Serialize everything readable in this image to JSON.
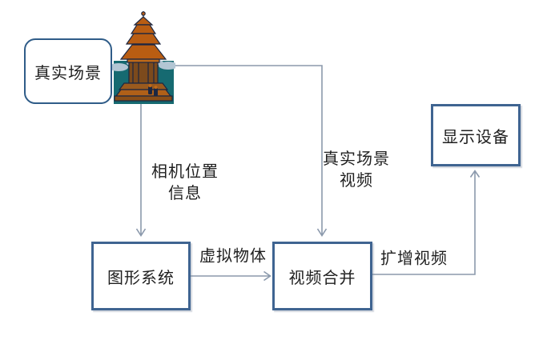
{
  "diagram": {
    "description": "augmented-reality-video-pipeline-flowchart",
    "nodes": [
      {
        "id": "real-scene",
        "label": "真实场景",
        "shape": "rounded"
      },
      {
        "id": "graphics-system",
        "label": "图形系统",
        "shape": "rectangle"
      },
      {
        "id": "video-merge",
        "label": "视频合并",
        "shape": "rectangle"
      },
      {
        "id": "display-device",
        "label": "显示设备",
        "shape": "rectangle"
      }
    ],
    "edges": [
      {
        "from": "real-scene",
        "to": "graphics-system",
        "label": "相机位置\n信息"
      },
      {
        "from": "real-scene",
        "to": "video-merge",
        "label": "真实场景\n视频"
      },
      {
        "from": "graphics-system",
        "to": "video-merge",
        "label": "虚拟物体"
      },
      {
        "from": "video-merge",
        "to": "display-device",
        "label": "扩增视频"
      }
    ],
    "illustration": {
      "name": "pagoda-temple-clipart",
      "represents": "real-scene"
    },
    "colors": {
      "box_border": "#3f6491",
      "rounded_box_border": "#2f5c88",
      "connector": "#8b99ac",
      "text": "#1f1f1f",
      "scene_bg": "#166a71",
      "cloud": "#b3c6d4",
      "roof": "#b95d12",
      "outline": "#1c2742",
      "base_brown": "#9a5a1e"
    }
  }
}
